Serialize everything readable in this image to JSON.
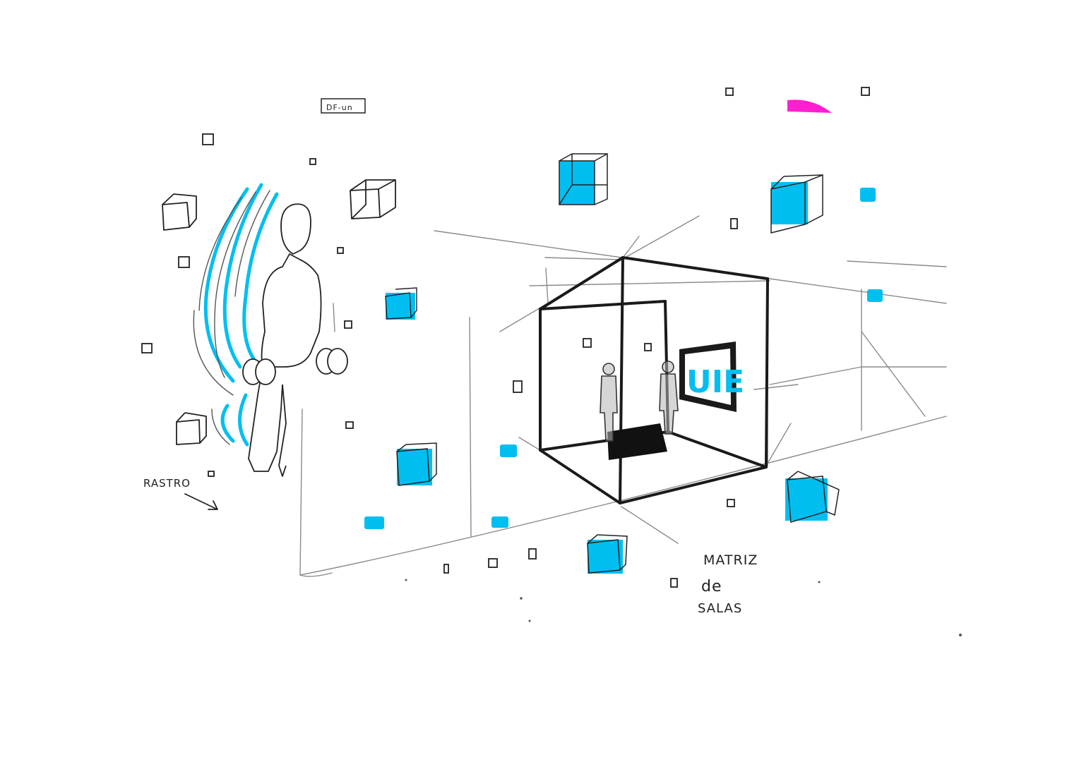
{
  "labels": {
    "rastro": "RASTRO",
    "matriz": "MATRIZ",
    "de": "de",
    "salas": "SALAS",
    "screen": "UIE",
    "tag": "DF-un"
  },
  "colors": {
    "cyan": "#00BFF0",
    "magenta": "#FF1FD0",
    "ink": "#1a1a1a",
    "pencil": "#8a8a8a"
  }
}
